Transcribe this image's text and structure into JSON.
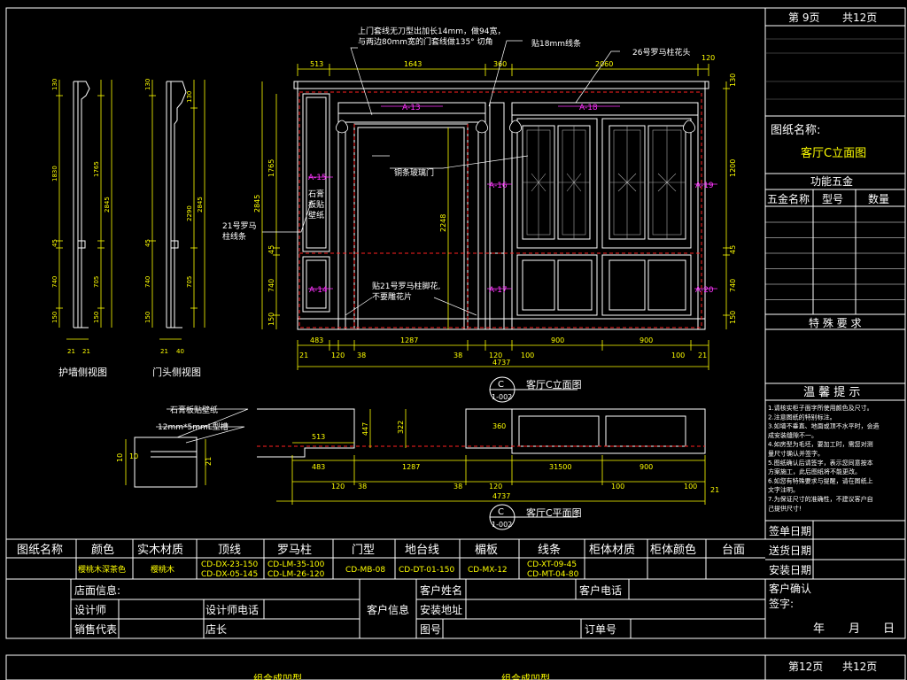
{
  "sheet": {
    "page_label": "第 9页",
    "total_label": "共12页",
    "drawing_name_label": "图纸名称:",
    "drawing_name_value": "客厅C立面图",
    "hardware_title": "功能五金",
    "hardware_cols": [
      "五金名称",
      "型号",
      "数量"
    ],
    "special_req": "特 殊 要 求",
    "notice_title": "温 馨 提 示",
    "notice_lines": [
      "1.请核实柜子面字所使用颜色及尺寸。",
      "2.注意图纸的特别标注。",
      "3.如墙不垂直、地面或顶不水平时，会造",
      "成安装缝隙不一。",
      "4.如房型为毛坯，要加工时，需您对测",
      "量尺寸确认并签字。",
      "5.图纸确认后请签字，表示您同意按本",
      "方案施工，此后图纸将不能更改。",
      "6.如您有特殊要求与提醒，请在图纸上",
      "文字注明。",
      "7.为保证尺寸的准确性，不建议客户自",
      "己提供尺寸!"
    ],
    "sign_rows": [
      "签单日期",
      "送货日期",
      "安装日期"
    ],
    "customer_confirm": "客户确认",
    "sign_label": "签字:",
    "date_y": "年",
    "date_m": "月",
    "date_d": "日"
  },
  "materials": {
    "headers": [
      "图纸名称",
      "颜色",
      "实木材质",
      "顶线",
      "罗马柱",
      "门型",
      "地台线",
      "楣板",
      "线条",
      "柜体材质",
      "柜体颜色",
      "台面"
    ],
    "color": "樱桃木深茶色",
    "wood": "樱桃木",
    "top_line": [
      "CD-DX-23-150",
      "CD-DX-05-145"
    ],
    "column": [
      "CD-LM-35-100",
      "CD-LM-26-120"
    ],
    "door": "CD-MB-08",
    "floor_line": "CD-DT-01-150",
    "lintel": "CD-MX-12",
    "lines": [
      "CD-XT-09-45",
      "CD-MT-04-80"
    ]
  },
  "info": {
    "store_info": "店面信息:",
    "designer": "设计师",
    "designer_phone": "设计师电话",
    "sales_rep": "销售代表",
    "manager": "店长",
    "customer_info": "客户信息",
    "customer_name": "客户姓名",
    "customer_phone": "客户电话",
    "install_addr": "安装地址",
    "drawing_no": "图号",
    "order_no": "订单号"
  },
  "drawing": {
    "elevation_title": "客厅C立面图",
    "plan_title": "客厅C平面图",
    "ref_top": "C",
    "ref_bottom": "1-002",
    "side_view_1": "护墙侧视图",
    "side_view_2": "门头侧视图",
    "note_top_1": "上门套线无刀型出加长14mm，做94宽，",
    "note_top_2": "与两边80mm宽的门套线做135° 切角",
    "note_strip": "贴18mm线条",
    "note_col_head": "26号罗马柱花头",
    "note_col_strip_1": "21号罗马",
    "note_col_strip_2": "柱线条",
    "note_glass": "铜条玻璃门",
    "note_foot_1": "贴21号罗马柱脚花,",
    "note_foot_2": "不要雕花片",
    "note_plaster_1": "石膏",
    "note_plaster_2": "板贴",
    "note_plaster_3": "壁纸",
    "plan_note_1": "石膏板贴壁纸",
    "plan_note_2": "12mm*5mmL型槽",
    "tags": [
      "A-13",
      "A-14",
      "A-15",
      "A-16",
      "A-17",
      "A-18",
      "A-19",
      "A-20"
    ],
    "dim_top": [
      "513",
      "1643",
      "360",
      "2060",
      "120"
    ],
    "dim_bottom": [
      "21",
      "483",
      "120",
      "38",
      "1287",
      "38",
      "120",
      "100",
      "900",
      "900",
      "100",
      "21"
    ],
    "dim_total": "4737",
    "dim_right": [
      "130",
      "1200",
      "45",
      "740",
      "150"
    ],
    "dim_door_h": "2248",
    "dim_left_el": [
      "2845",
      "1765",
      "45",
      "740",
      "150"
    ],
    "side1_dims": [
      "130",
      "1830",
      "1765",
      "2845",
      "45",
      "740",
      "705",
      "150",
      "150"
    ],
    "side1_bottom": [
      "21",
      "21"
    ],
    "side2_dims": [
      "130",
      "130",
      "2290",
      "2845",
      "45",
      "740",
      "705",
      "150"
    ],
    "side2_bottom": [
      "21",
      "40"
    ],
    "plan_dims_top": [
      "513",
      "360"
    ],
    "plan_dims_v": [
      "447",
      "322"
    ],
    "plan_dims_bottom": [
      "483",
      "1287",
      "31500",
      "900"
    ],
    "plan_dims_bottom2": [
      "120",
      "38",
      "38",
      "120",
      "100",
      "100"
    ],
    "plan_total": "4737",
    "plan_side": [
      "10",
      "10",
      "21",
      "21"
    ]
  },
  "bottom_sheet": {
    "page_label": "第12页",
    "total_label": "共12页",
    "partial_1": "组合成凹型",
    "partial_2": "组合成凹型"
  },
  "colors": {
    "yellow": "#ffff00",
    "magenta": "#ff33ff",
    "white": "#ffffff",
    "grey": "#9a9a9a",
    "red": "#ff2020"
  }
}
